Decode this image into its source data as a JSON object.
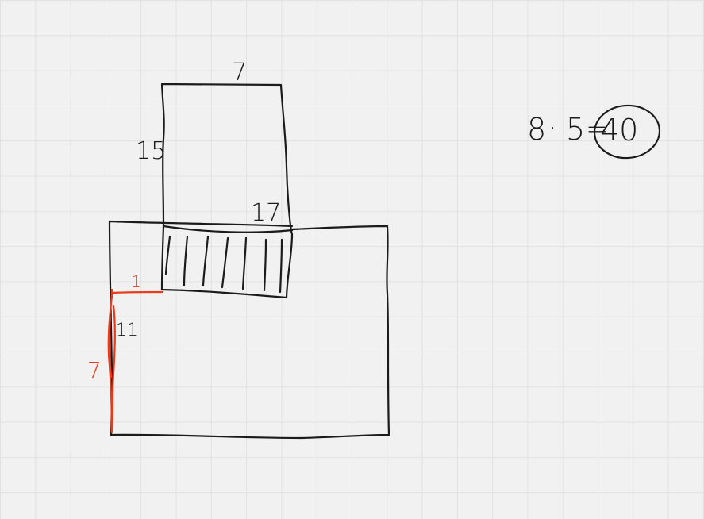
{
  "labels": {
    "top_width": "7",
    "top_height": "15",
    "overlap_width": "17",
    "gap_width": "1",
    "left_height": "11",
    "red_height": "7"
  },
  "equation": {
    "left": "8",
    "operator": "·",
    "right": "5",
    "equals": "=",
    "result": "40"
  },
  "colors": {
    "ink": "#1b1b1b",
    "accent": "#ea3a1a",
    "background": "#f1f1f1",
    "grid": "#e2e2e2"
  }
}
